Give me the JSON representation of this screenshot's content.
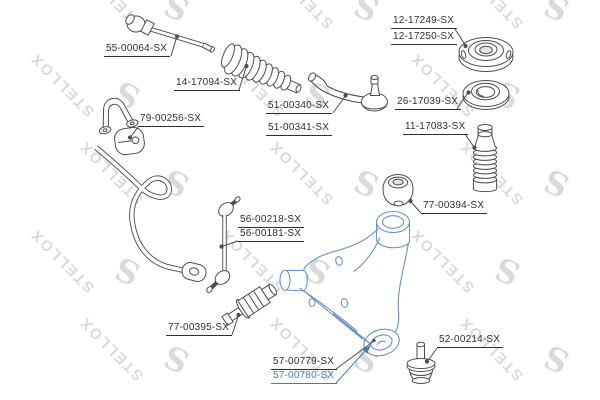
{
  "watermark": {
    "text": "STELLOX",
    "logo_glyph": "S",
    "color": "#dadada"
  },
  "diagram": {
    "colors": {
      "line": "#4d4d4d",
      "label": "#2f2f2f",
      "highlight_line": "#6e90c0",
      "highlight_label": "#3f7cc1"
    },
    "parts": [
      {
        "label": "55-00064-SX",
        "name": "axial-tie-rod"
      },
      {
        "label": "14-17094-SX",
        "name": "steering-rack-boot"
      },
      {
        "label": "51-00340-SX",
        "name": "tie-rod-end"
      },
      {
        "label": "51-00341-SX",
        "name": "tie-rod-end-alt"
      },
      {
        "label": "12-17249-SX",
        "name": "strut-mount"
      },
      {
        "label": "12-17250-SX",
        "name": "strut-mount-alt"
      },
      {
        "label": "26-17039-SX",
        "name": "strut-bearing"
      },
      {
        "label": "11-17083-SX",
        "name": "shock-dust-boot"
      },
      {
        "label": "79-00256-SX",
        "name": "stabilizer-bushing-bracket"
      },
      {
        "label": "56-00218-SX",
        "name": "stabilizer-link"
      },
      {
        "label": "56-00181-SX",
        "name": "stabilizer-link-alt"
      },
      {
        "label": "77-00394-SX",
        "name": "control-arm-rear-bushing"
      },
      {
        "label": "77-00395-SX",
        "name": "control-arm-bolt-bushing"
      },
      {
        "label": "57-00779-SX",
        "name": "control-arm"
      },
      {
        "label": "57-00780-SX",
        "name": "control-arm-highlighted"
      },
      {
        "label": "52-00214-SX",
        "name": "ball-joint"
      }
    ]
  }
}
